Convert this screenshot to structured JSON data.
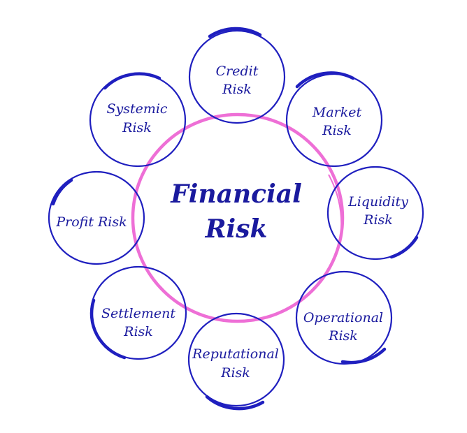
{
  "diagram": {
    "center": {
      "line1": "Financial",
      "line2": "Risk"
    },
    "nodes": [
      {
        "line1": "Credit",
        "line2": "Risk"
      },
      {
        "line1": "Market",
        "line2": "Risk"
      },
      {
        "line1": "Liquidity",
        "line2": "Risk"
      },
      {
        "line1": "Operational",
        "line2": "Risk"
      },
      {
        "line1": "Reputational",
        "line2": "Risk"
      },
      {
        "line1": "Settlement",
        "line2": "Risk"
      },
      {
        "line1": "Profit Risk",
        "line2": ""
      },
      {
        "line1": "Systemic",
        "line2": "Risk"
      }
    ],
    "colors": {
      "outer_ring": "#1f1fbf",
      "center_ring": "#ee6fd6",
      "text": "#1a1a9e"
    }
  }
}
